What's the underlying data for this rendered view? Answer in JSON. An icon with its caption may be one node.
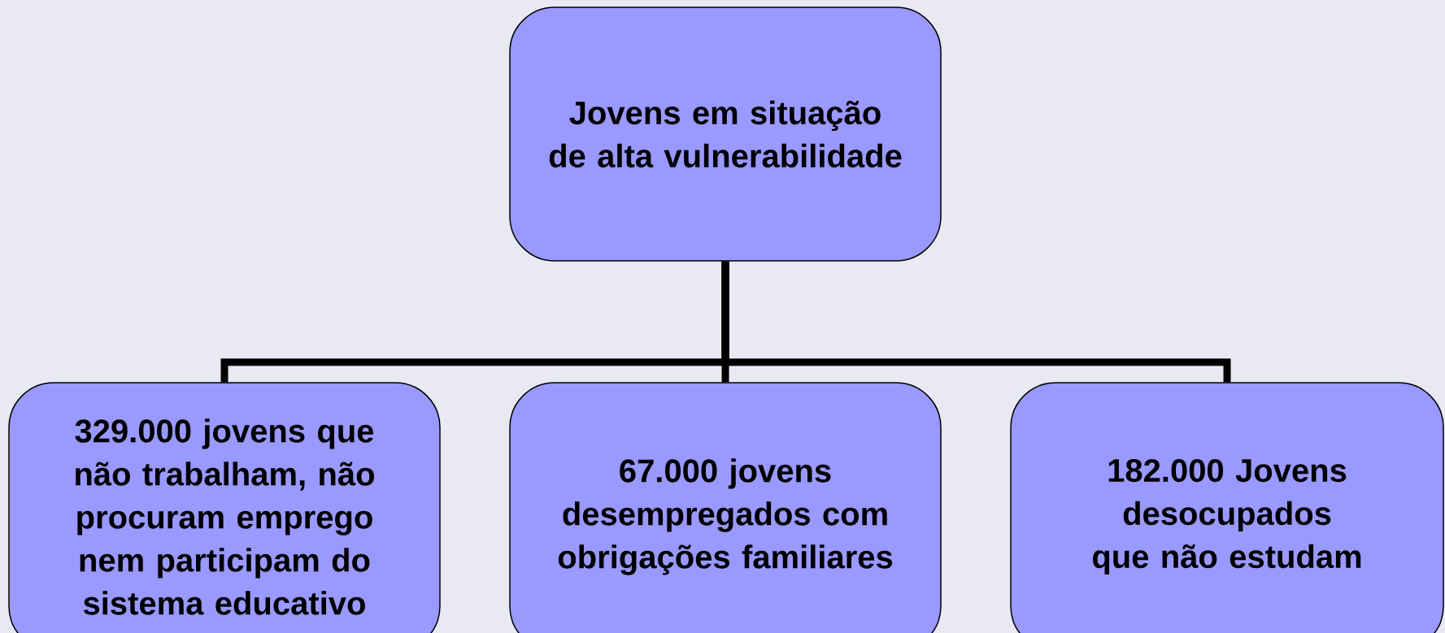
{
  "diagram": {
    "nodes": [
      {
        "text": [
          "Jovens em situação de alta vulnerabilidade"
        ]
      },
      {
        "text": [
          "329.000 jovens que não trabalham, não procuram emprego nem participam do sistema educativo"
        ]
      },
      {
        "text": [
          "67.000 jovens desempregados com obrigações familiares"
        ]
      },
      {
        "text": [
          "182.000 Jovens desocupados que não estudam"
        ]
      }
    ],
    "edges": [
      {
        "from": 0,
        "to": 1,
        "arrow": "none"
      },
      {
        "from": 0,
        "to": 2,
        "arrow": "none"
      },
      {
        "from": 0,
        "to": 3,
        "arrow": "none"
      }
    ]
  }
}
